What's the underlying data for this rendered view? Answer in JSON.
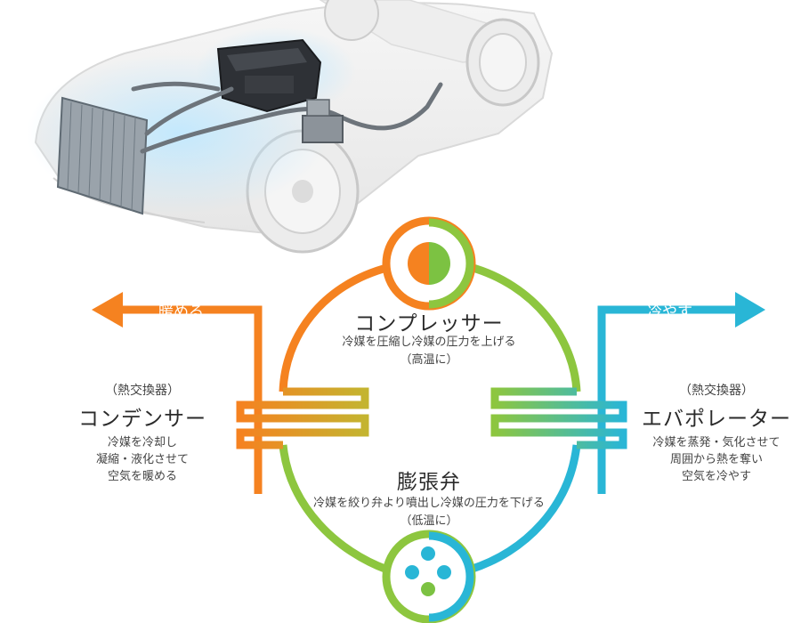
{
  "labels": {
    "warm": "暖める",
    "cool": "冷やす"
  },
  "compressor": {
    "title": "コンプレッサー",
    "desc1": "冷媒を圧縮し冷媒の圧力を上げる",
    "desc2": "（高温に）"
  },
  "valve": {
    "title": "膨張弁",
    "desc1": "冷媒を絞り弁より噴出し冷媒の圧力を下げる",
    "desc2": "（低温に）"
  },
  "condenser": {
    "paren": "（熱交換器）",
    "title": "コンデンサー",
    "desc": [
      "冷媒を冷却し",
      "凝縮・液化させて",
      "空気を暖める"
    ]
  },
  "evaporator": {
    "paren": "（熱交換器）",
    "title": "エバポレーター",
    "desc": [
      "冷媒を蒸発・気化させて",
      "周囲から熱を奪い",
      "空気を冷やす"
    ]
  },
  "colors": {
    "hot": "#f58220",
    "mid": "#8dc63f",
    "cold": "#29b6d6",
    "green": "#7cc242"
  }
}
